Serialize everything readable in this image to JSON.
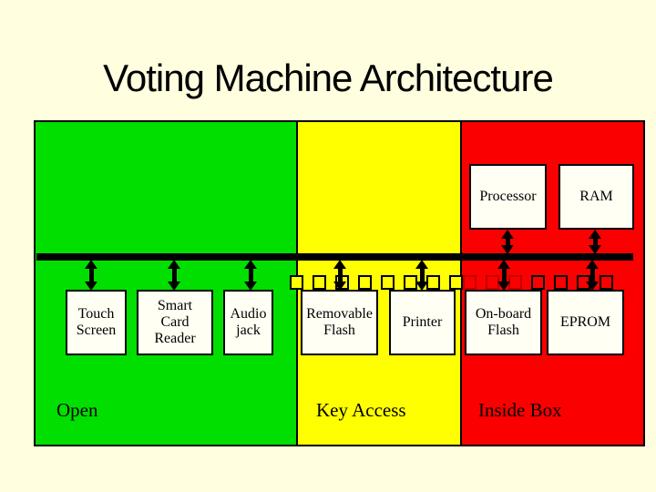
{
  "title": "Voting Machine Architecture",
  "zones": [
    {
      "id": "open",
      "label": "Open",
      "color": "#00DF00"
    },
    {
      "id": "key-access",
      "label": "Key Access",
      "color": "#FFFF00"
    },
    {
      "id": "inside-box",
      "label": "Inside Box",
      "color": "#FA0000"
    }
  ],
  "components": {
    "touch_screen": "Touch\nScreen",
    "smart_card_reader": "Smart\nCard\nReader",
    "audio_jack": "Audio\njack",
    "removable_flash": "Removable\nFlash",
    "printer": "Printer",
    "onboard_flash": "On-board\nFlash",
    "eprom": "EPROM",
    "processor": "Processor",
    "ram": "RAM"
  },
  "colors": {
    "background": "#FFFFE0",
    "bus_line": "#000000",
    "box_fill": "#FFFFF4",
    "pin_dim_border": "#C00000"
  },
  "decorations": {
    "key_access_pin_count": 8,
    "inside_box_pin_count": 7
  }
}
